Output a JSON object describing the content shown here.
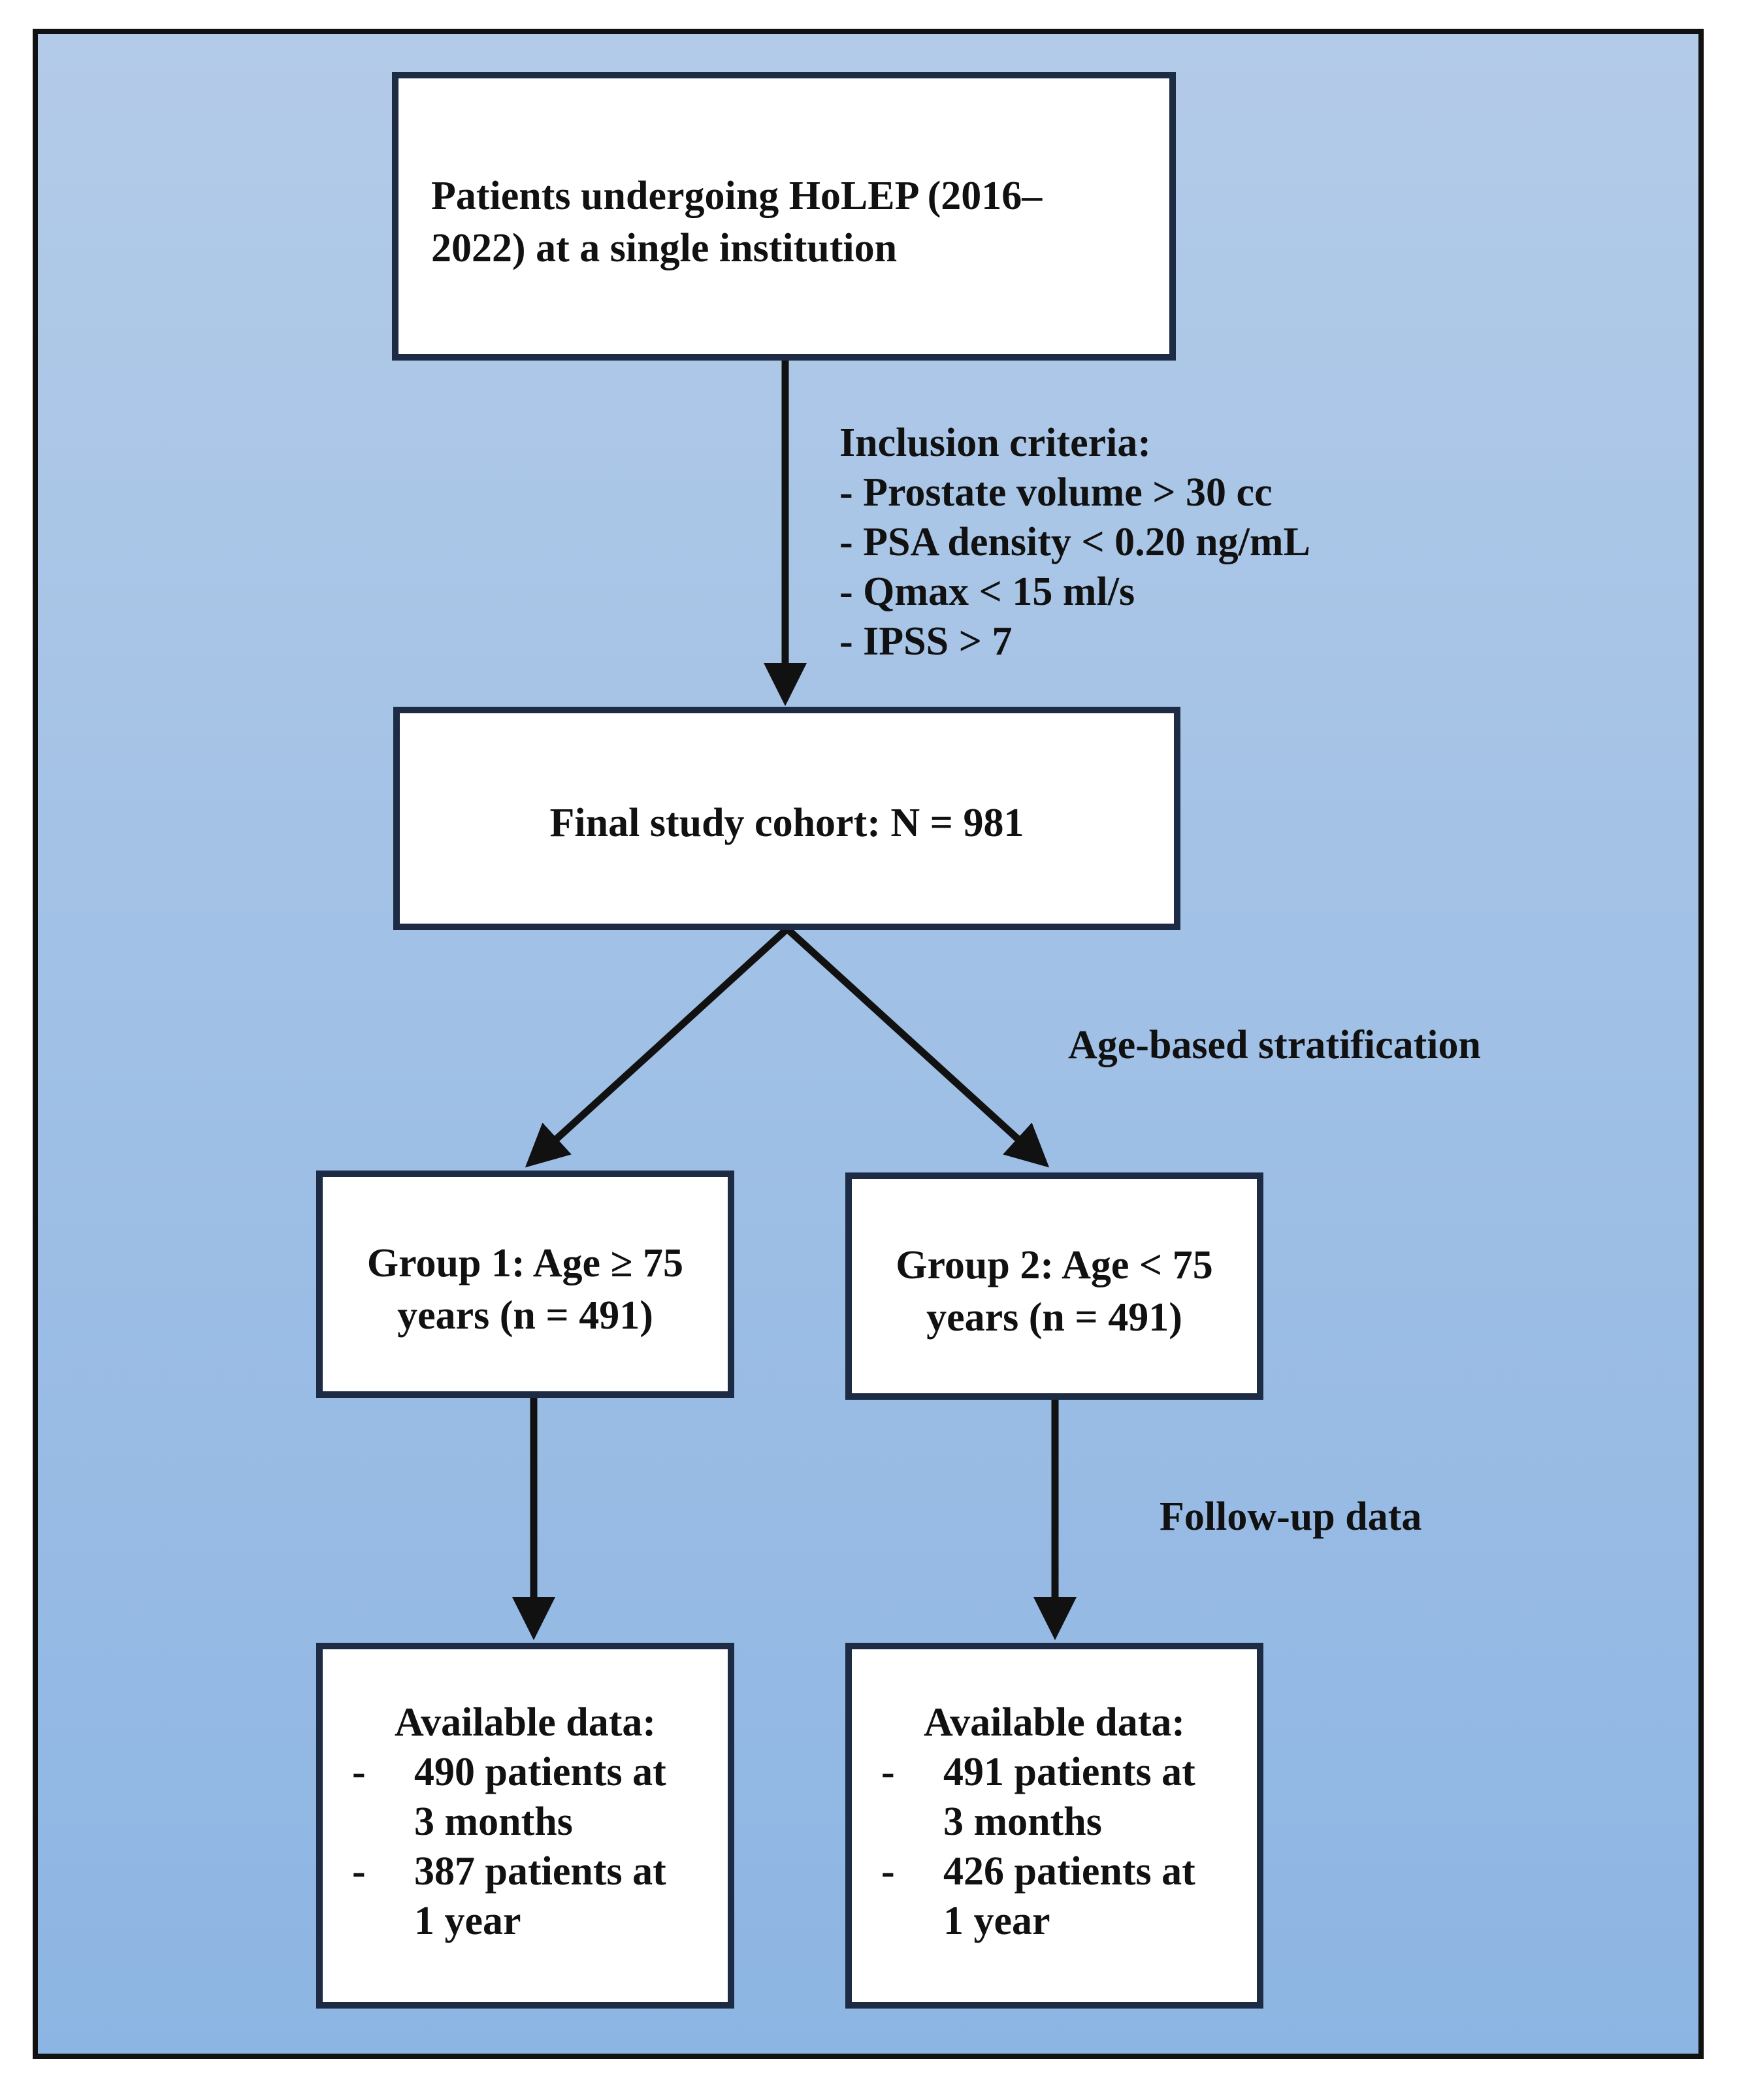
{
  "boxes": {
    "start": "Patients undergoing HoLEP (2016–2022) at a single institution",
    "cohort": "Final study cohort: N = 981",
    "group1": "Group 1: Age ≥ 75 years (n = 491)",
    "group2": "Group 2: Age < 75 years (n = 491)"
  },
  "inclusion": {
    "title": "Inclusion criteria:",
    "items": [
      "- Prostate volume > 30 cc",
      "- PSA density < 0.20 ng/mL",
      "- Qmax < 15 ml/s",
      "- IPSS > 7"
    ]
  },
  "labels": {
    "stratification": "Age-based stratification",
    "followup": "Follow-up data"
  },
  "available": {
    "group1": {
      "title": "Available data:",
      "items": [
        "490 patients at 3 months",
        "387 patients at 1 year"
      ]
    },
    "group2": {
      "title": "Available data:",
      "items": [
        "491 patients at 3 months",
        "426 patients at 1 year"
      ]
    }
  },
  "colors": {
    "background_top": "#b3cbe8",
    "background_bottom": "#8db5e3",
    "box_border": "#1d2c44",
    "arrow": "#111111"
  }
}
